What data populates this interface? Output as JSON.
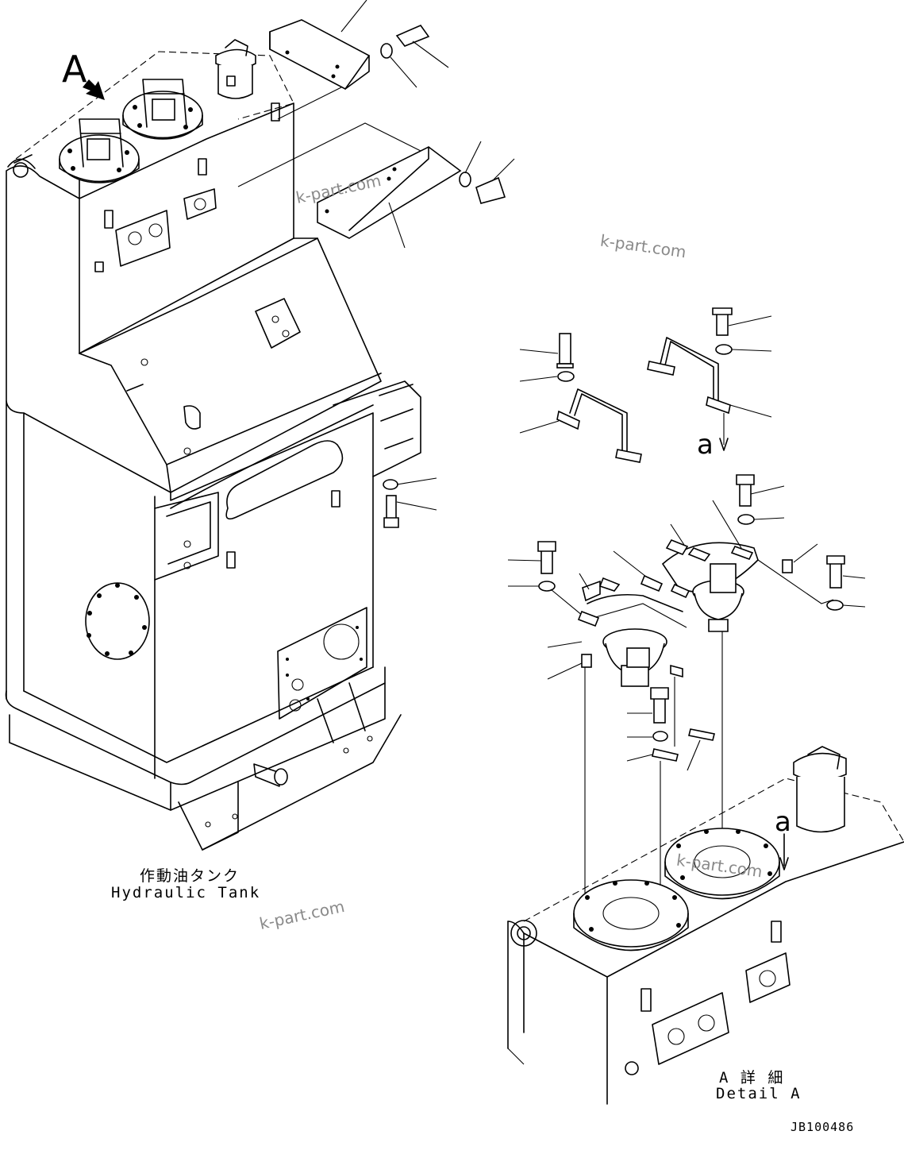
{
  "labels": {
    "main_jp": "作動油タンク",
    "main_en": "Hydraulic Tank",
    "detail_jp": "A 詳 細",
    "detail_en": "Detail A",
    "view_arrow": "A",
    "ref_mark_1": "a",
    "ref_mark_2": "a",
    "drawing_no": "JB100486"
  },
  "watermarks": [
    "k-part.com",
    "k-part.com",
    "k-part.com",
    "k-part.com"
  ]
}
